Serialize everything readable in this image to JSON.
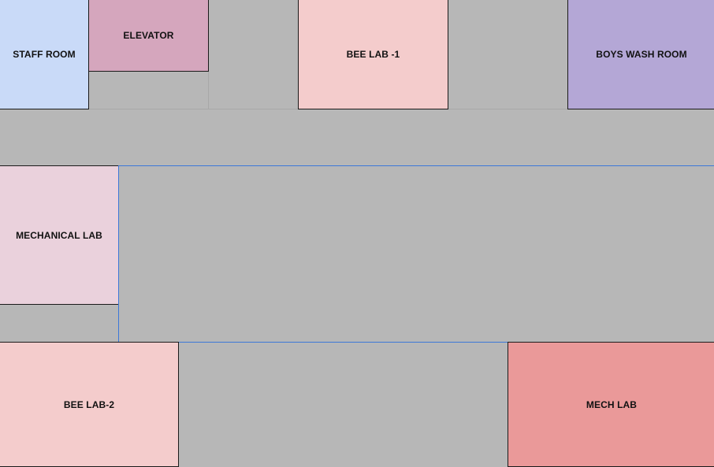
{
  "rooms": {
    "staff_room": {
      "label": "STAFF ROOM",
      "color": "#c9daf8"
    },
    "elevator": {
      "label": "ELEVATOR",
      "color": "#d5a6bd"
    },
    "bee_lab_1": {
      "label": "BEE LAB -1",
      "color": "#f4cccc"
    },
    "boys_wash_room": {
      "label": "BOYS WASH ROOM",
      "color": "#b4a7d6"
    },
    "mechanical_lab": {
      "label": "MECHANICAL LAB",
      "color": "#ead1dc"
    },
    "bee_lab_2": {
      "label": "BEE LAB-2",
      "color": "#f4cccc"
    },
    "mech_lab": {
      "label": "MECH LAB",
      "color": "#ea9999"
    }
  },
  "colors": {
    "corridor": "#b7b7b7",
    "open_area_outline": "#3c78d8",
    "room_border": "#1a1a1a"
  }
}
